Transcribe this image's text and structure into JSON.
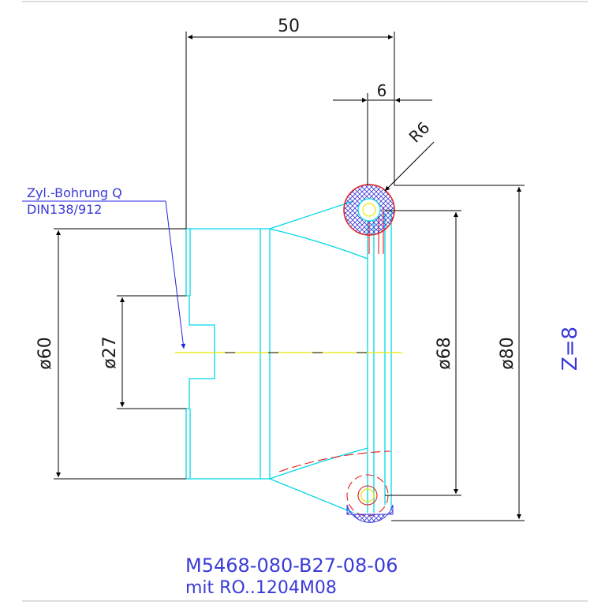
{
  "dimensions": {
    "width_50": "50",
    "width_6": "6",
    "radius": "R6",
    "dia_60": "ø60",
    "dia_27": "ø27",
    "dia_68": "ø68",
    "dia_80": "ø80"
  },
  "note": {
    "line1": "Zyl.-Bohrung Q",
    "line2": "DIN138/912"
  },
  "teeth": "Z=8",
  "title": {
    "part_number": "M5468-080-B27-08-06",
    "chain": "mit RO..1204M08"
  },
  "colors": {
    "outline": "#00d8e8",
    "dimension": "#000000",
    "hatch": "#3a3ad8",
    "red": "#e02020",
    "center": "#e8e800",
    "text_blue": "#3a3ad8"
  }
}
